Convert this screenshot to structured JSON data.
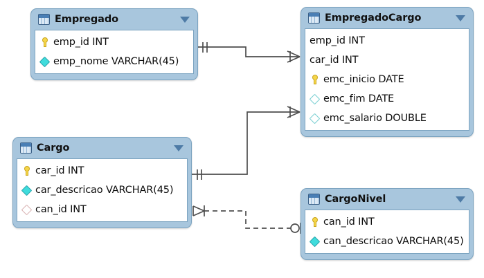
{
  "diagram": {
    "kind": "eer-diagram",
    "background_color": "#ffffff",
    "header_color": "#a8c6dd",
    "border_color": "#7ba3c0",
    "line_color": "#4d4d4d"
  },
  "tables": [
    {
      "id": "empregado",
      "name": "Empregado",
      "icon": "table-icon",
      "caret": "chevron-down-icon",
      "columns": [
        {
          "label": "emp_id INT",
          "icon": "key-icon"
        },
        {
          "label": "emp_nome VARCHAR(45)",
          "icon": "diamond-filled-icon"
        }
      ]
    },
    {
      "id": "empregadocargo",
      "name": "EmpregadoCargo",
      "icon": "table-icon",
      "caret": "chevron-down-icon",
      "columns": [
        {
          "label": "emp_id INT",
          "icon": "none"
        },
        {
          "label": "car_id INT",
          "icon": "none"
        },
        {
          "label": "emc_inicio DATE",
          "icon": "key-icon"
        },
        {
          "label": "emc_fim DATE",
          "icon": "diamond-outline-icon"
        },
        {
          "label": "emc_salario DOUBLE",
          "icon": "diamond-outline-icon"
        }
      ]
    },
    {
      "id": "cargo",
      "name": "Cargo",
      "icon": "table-icon",
      "caret": "chevron-down-icon",
      "columns": [
        {
          "label": "car_id INT",
          "icon": "key-icon"
        },
        {
          "label": "car_descricao VARCHAR(45)",
          "icon": "diamond-filled-icon"
        },
        {
          "label": "can_id INT",
          "icon": "diamond-outline-pink-icon"
        }
      ]
    },
    {
      "id": "cargonivel",
      "name": "CargoNivel",
      "icon": "table-icon",
      "caret": "chevron-down-icon",
      "columns": [
        {
          "label": "can_id INT",
          "icon": "key-icon"
        },
        {
          "label": "can_descricao VARCHAR(45)",
          "icon": "diamond-filled-icon"
        }
      ]
    }
  ],
  "relationships": [
    {
      "id": "empregado-empregadocargo",
      "from": "Empregado",
      "to": "EmpregadoCargo",
      "style": "solid",
      "from_cardinality": "one-and-only-one",
      "to_cardinality": "many"
    },
    {
      "id": "cargo-empregadocargo",
      "from": "Cargo",
      "to": "EmpregadoCargo",
      "style": "solid",
      "from_cardinality": "one-and-only-one",
      "to_cardinality": "many"
    },
    {
      "id": "cargo-cargonivel",
      "from": "Cargo",
      "to": "CargoNivel",
      "style": "dashed",
      "from_cardinality": "many",
      "to_cardinality": "zero-or-one"
    }
  ]
}
